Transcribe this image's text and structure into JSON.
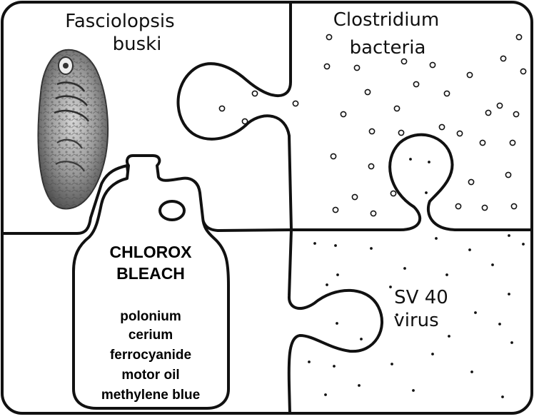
{
  "pieces": {
    "top_left": {
      "label_line1": "Fasciolopsis",
      "label_line2": "buski"
    },
    "top_right": {
      "label_line1": "Clostridium",
      "label_line2": "bacteria"
    },
    "bottom_right": {
      "label_line1": "SV 40",
      "label_line2": "virus"
    }
  },
  "bleach": {
    "title_line1": "CHLOROX",
    "title_line2": "BLEACH",
    "ingredients": [
      "polonium",
      "cerium",
      "ferrocyanide",
      "motor oil",
      "methylene blue"
    ]
  },
  "colors": {
    "stroke": "#111111",
    "background": "#ffffff",
    "worm_body": "#8a8a8a",
    "worm_dark": "#3a3a3a"
  }
}
